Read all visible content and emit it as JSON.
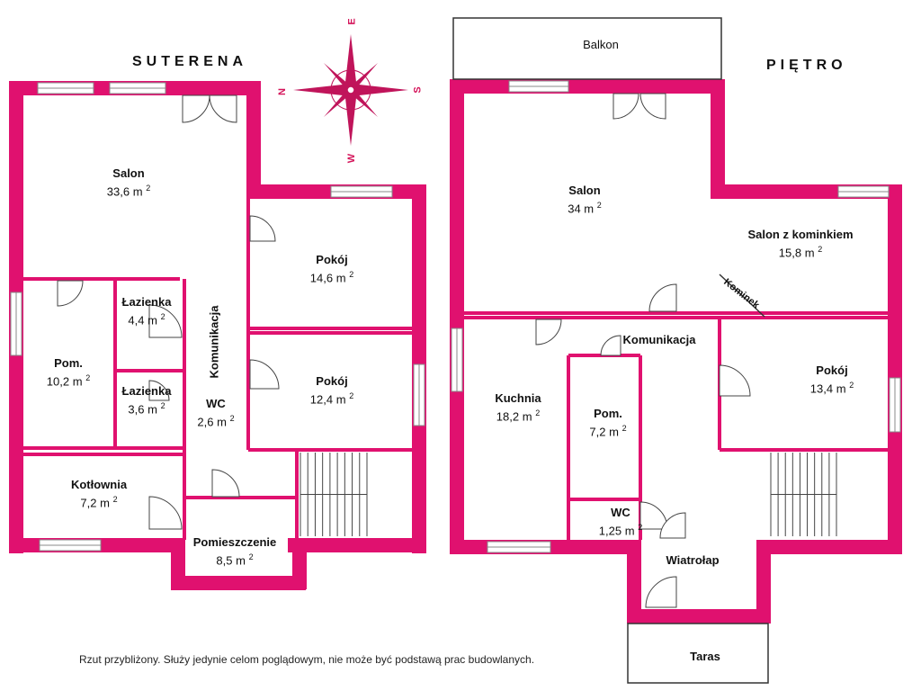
{
  "titles": {
    "basement": "SUTERENA",
    "floor": "PIĘTRO"
  },
  "compass": {
    "n": "N",
    "e": "E",
    "s": "S",
    "w": "W"
  },
  "colors": {
    "wall": "#e0116f",
    "compass": "#c0145a",
    "text": "#111111"
  },
  "unit": "m",
  "unit_sup": "2",
  "basement_rooms": [
    {
      "name": "Salon",
      "area": "33,6"
    },
    {
      "name": "Pokój",
      "area": "14,6"
    },
    {
      "name": "Łazienka",
      "area": "4,4"
    },
    {
      "name": "Pom.",
      "area": "10,2"
    },
    {
      "name": "Łazienka",
      "area": "3,6"
    },
    {
      "name": "WC",
      "area": "2,6"
    },
    {
      "name": "Pokój",
      "area": "12,4"
    },
    {
      "name": "Kotłownia",
      "area": "7,2"
    },
    {
      "name": "Pomieszczenie",
      "area": "8,5"
    }
  ],
  "basement_labels": {
    "corridor": "Komunikacja"
  },
  "floor_rooms": [
    {
      "name": "Salon",
      "area": "34"
    },
    {
      "name": "Salon z kominkiem",
      "area": "15,8"
    },
    {
      "name": "Kuchnia",
      "area": "18,2"
    },
    {
      "name": "Pom.",
      "area": "7,2"
    },
    {
      "name": "Pokój",
      "area": "13,4"
    },
    {
      "name": "WC",
      "area": "1,25"
    }
  ],
  "floor_labels": {
    "balcony": "Balkon",
    "fireplace": "Kominek",
    "corridor": "Komunikacja",
    "vestibule": "Wiatrołap",
    "terrace": "Taras"
  },
  "footer": "Rzut przybliżony. Służy jedynie celom poglądowym, nie może być podstawą prac budowlanych."
}
